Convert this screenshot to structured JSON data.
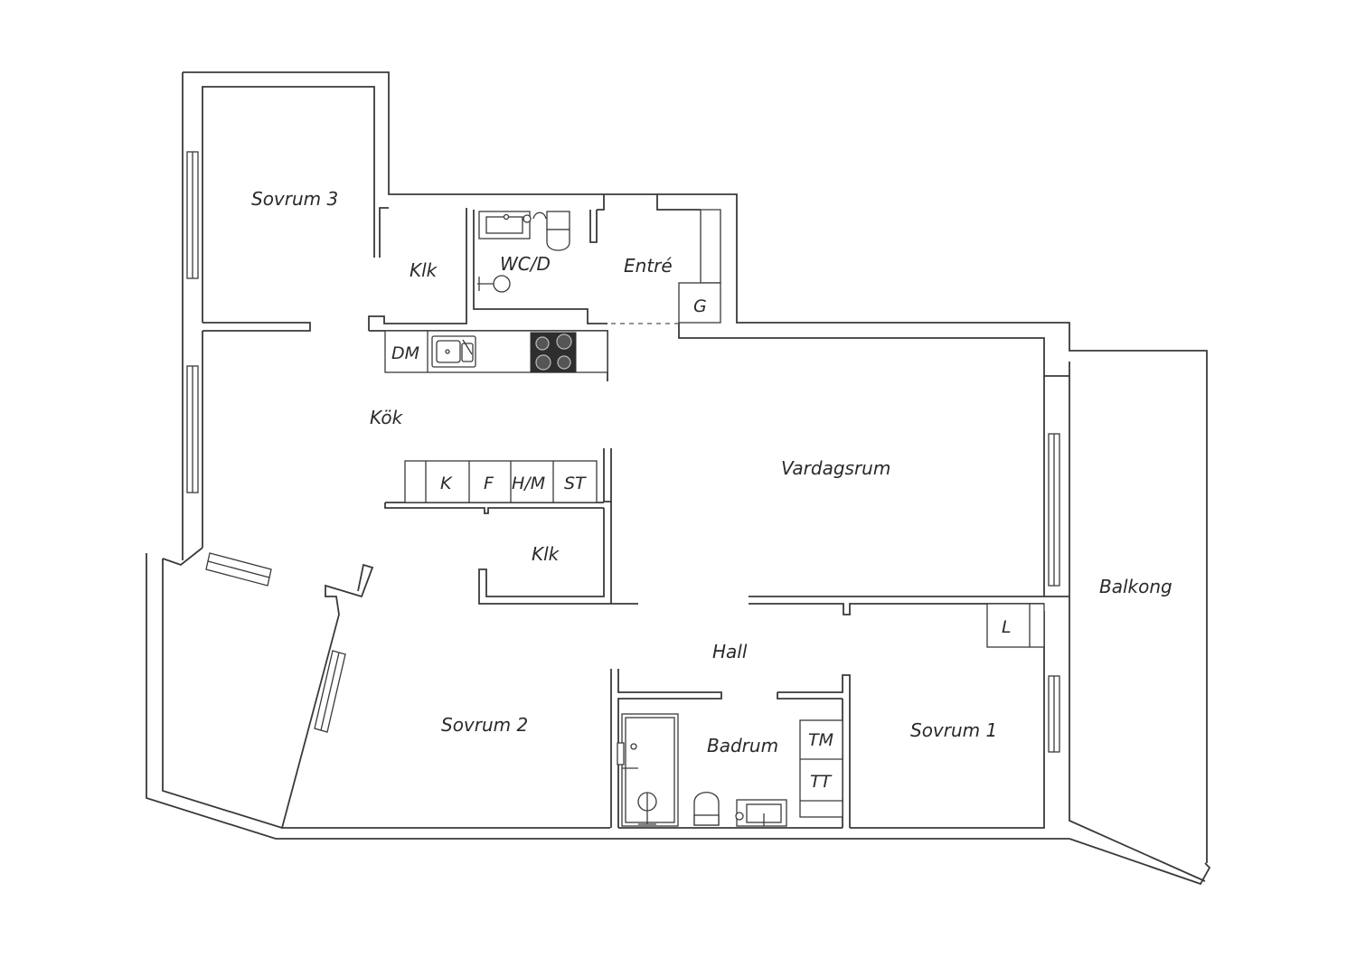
{
  "floorplan": {
    "rooms": {
      "sovrum3": "Sovrum 3",
      "klk_top": "Klk",
      "wc": "WC/D",
      "entre": "Entré",
      "kok": "Kök",
      "vardagsrum": "Vardagsrum",
      "klk_mid": "Klk",
      "balkong": "Balkong",
      "hall": "Hall",
      "sovrum2": "Sovrum 2",
      "badrum": "Badrum",
      "sovrum1": "Sovrum 1"
    },
    "units": {
      "garderob": "G",
      "diskmaskin": "DM",
      "kyl": "K",
      "frys": "F",
      "hm": "H/M",
      "st": "ST",
      "linne": "L",
      "tm": "TM",
      "tt": "TT"
    }
  }
}
